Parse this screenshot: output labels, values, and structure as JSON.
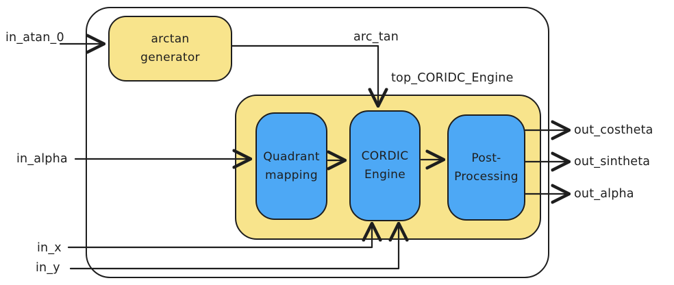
{
  "diagram": {
    "container_label": "top_CORIDC_Engine",
    "colors": {
      "node_yellow": "#F8E48C",
      "node_blue": "#4DA8F5",
      "stroke": "#1e1e1e",
      "background": "#ffffff"
    },
    "nodes": {
      "arctan_generator": {
        "line1": "arctan",
        "line2": "generator"
      },
      "quadrant_mapping": {
        "line1": "Quadrant",
        "line2": "mapping"
      },
      "cordic_engine": {
        "line1": "CORDIC",
        "line2": "Engine"
      },
      "post_processing": {
        "line1": "Post-",
        "line2": "Processing"
      }
    },
    "ports": {
      "in_atan_0": "in_atan_0",
      "arc_tan": "arc_tan",
      "in_alpha": "in_alpha",
      "in_x": "in_x",
      "in_y": "in_y",
      "out_costheta": "out_costheta",
      "out_sintheta": "out_sintheta",
      "out_alpha": "out_alpha"
    },
    "edges": [
      {
        "from": "in_atan_0",
        "to": "arctan_generator",
        "label": "in_atan_0"
      },
      {
        "from": "arctan_generator",
        "to": "cordic_engine",
        "label": "arc_tan"
      },
      {
        "from": "in_alpha",
        "to": "quadrant_mapping",
        "label": "in_alpha"
      },
      {
        "from": "quadrant_mapping",
        "to": "cordic_engine",
        "label": ""
      },
      {
        "from": "cordic_engine",
        "to": "post_processing",
        "label": ""
      },
      {
        "from": "in_x",
        "to": "cordic_engine",
        "label": "in_x"
      },
      {
        "from": "in_y",
        "to": "cordic_engine",
        "label": "in_y"
      },
      {
        "from": "post_processing",
        "to": "out_costheta",
        "label": "out_costheta"
      },
      {
        "from": "post_processing",
        "to": "out_sintheta",
        "label": "out_sintheta"
      },
      {
        "from": "post_processing",
        "to": "out_alpha",
        "label": "out_alpha"
      }
    ]
  }
}
